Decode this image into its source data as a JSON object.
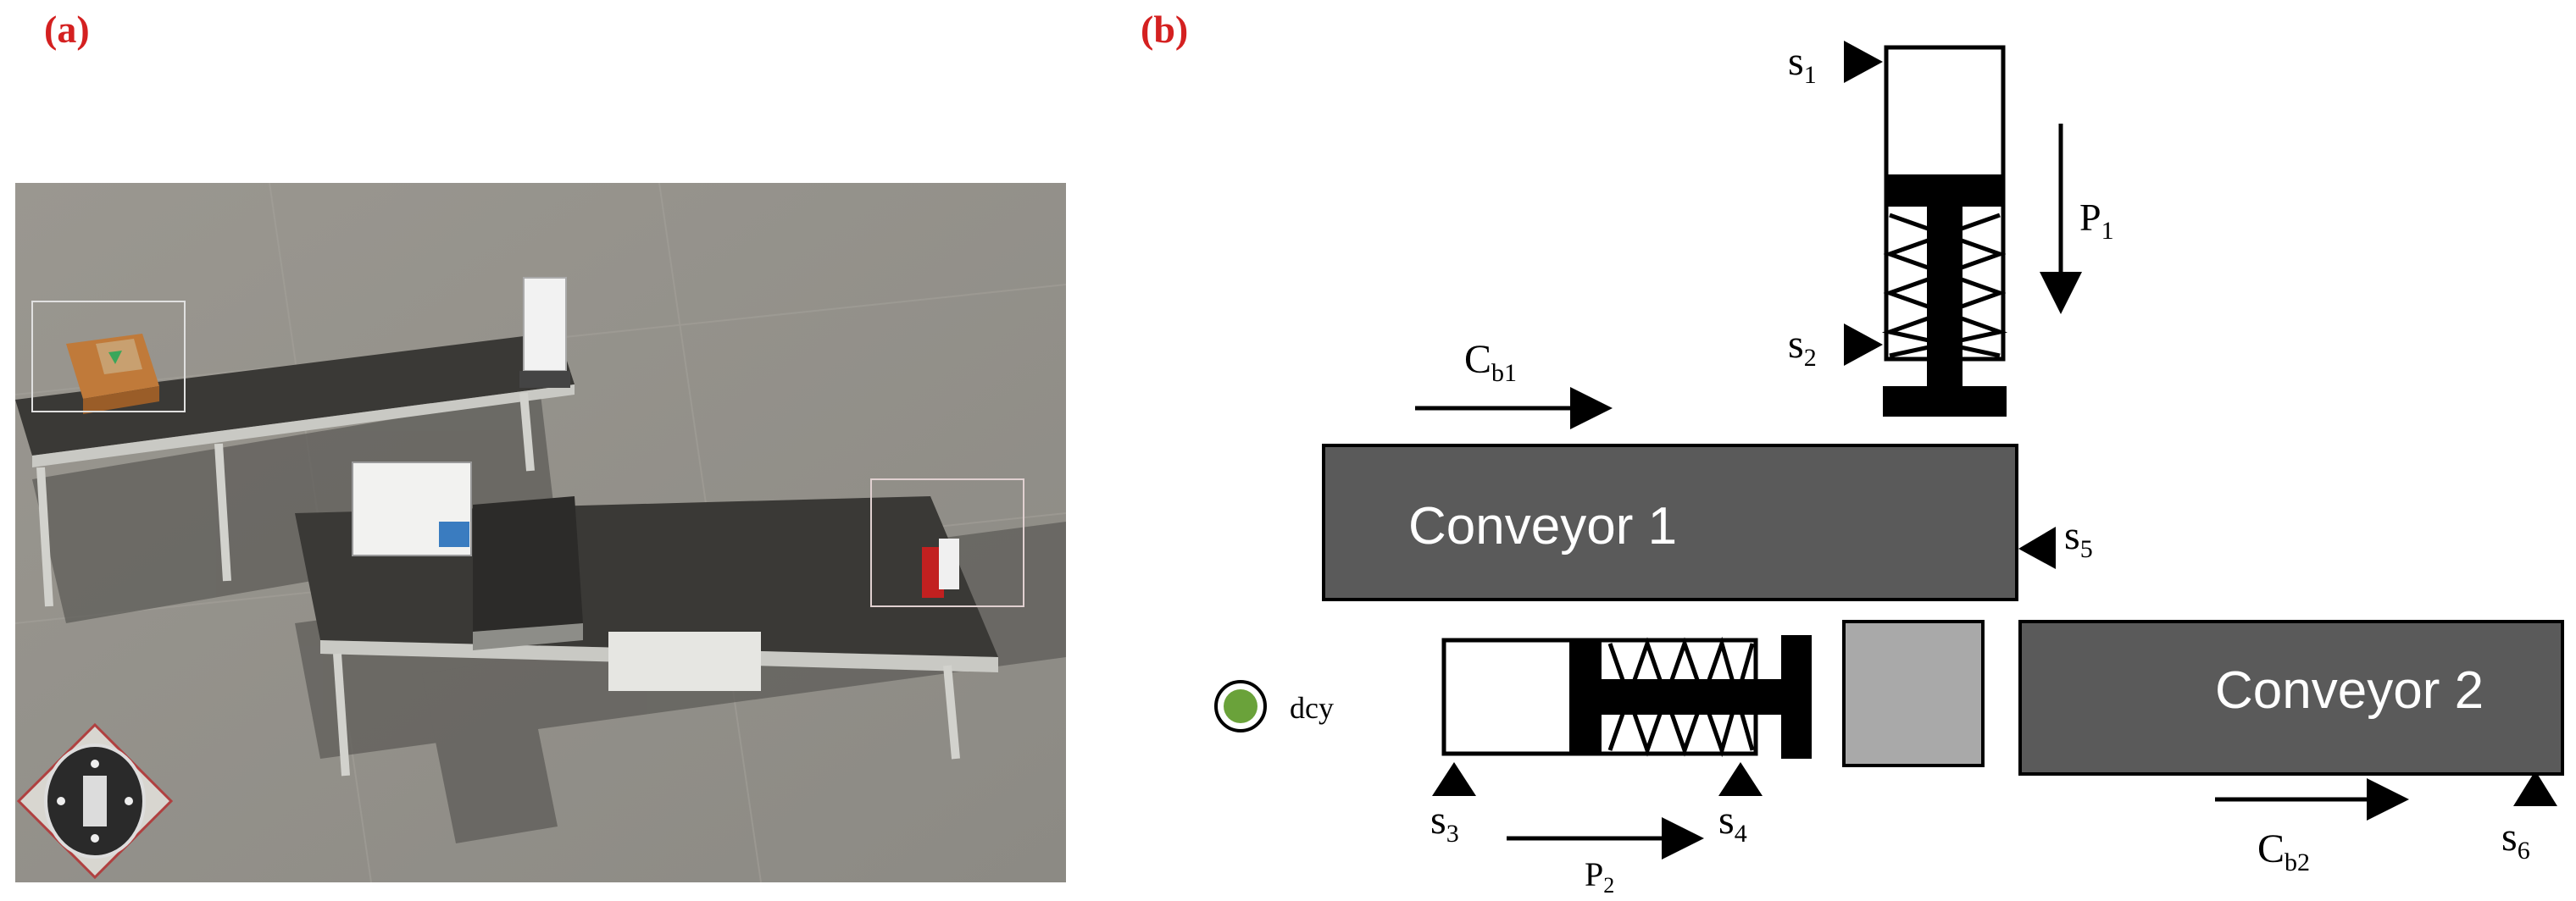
{
  "panel_a": {
    "label": "(a)"
  },
  "panel_b": {
    "label": "(b)",
    "conveyor1": "Conveyor 1",
    "conveyor2": "Conveyor 2",
    "indicator_label": "dcy",
    "indicator_color": "#6aa23a",
    "accent_color": "#d42020",
    "conveyor_color": "#5a5a5a",
    "box_color": "#a9a9a9",
    "sensors": {
      "s1": {
        "main": "s",
        "sub": "1"
      },
      "s2": {
        "main": "s",
        "sub": "2"
      },
      "s3": {
        "main": "s",
        "sub": "3"
      },
      "s4": {
        "main": "s",
        "sub": "4"
      },
      "s5": {
        "main": "s",
        "sub": "5"
      },
      "s6": {
        "main": "s",
        "sub": "6"
      }
    },
    "pistons": {
      "p1": {
        "main": "P",
        "sub": "1"
      },
      "p2": {
        "main": "P",
        "sub": "2"
      }
    },
    "belts": {
      "cb1": {
        "main": "C",
        "sub": "b1"
      },
      "cb2": {
        "main": "C",
        "sub": "b2"
      }
    }
  }
}
